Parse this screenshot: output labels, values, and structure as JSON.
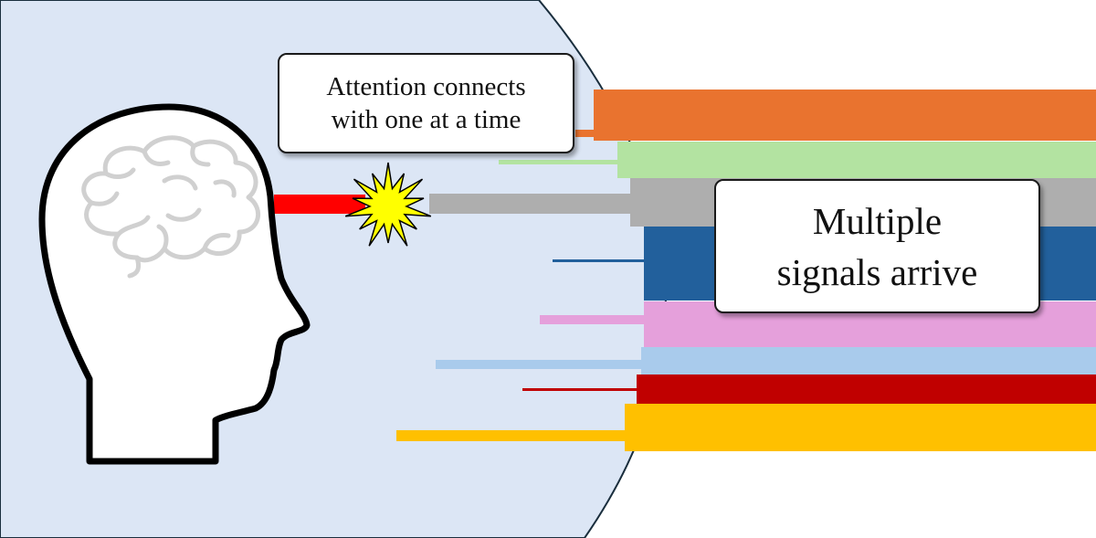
{
  "labels": {
    "attention_line1": "Attention connects",
    "attention_line2": "with one at a time",
    "signals_line1": "Multiple",
    "signals_line2": "signals arrive"
  },
  "colors": {
    "mind_region": "#dce6f5",
    "head_outline": "#000000",
    "head_fill": "#ffffff",
    "brain": "#d0d0d0",
    "attention_beam": "#ff0000",
    "burst": "#ffff00",
    "signals": [
      "#e9732f",
      "#b3e3a1",
      "#aeaeae",
      "#22609c",
      "#e5a0db",
      "#a9cbec",
      "#c00000",
      "#ffc000"
    ]
  },
  "icons": {
    "head": "head-profile-icon",
    "brain": "brain-icon",
    "burst": "starburst-icon"
  }
}
